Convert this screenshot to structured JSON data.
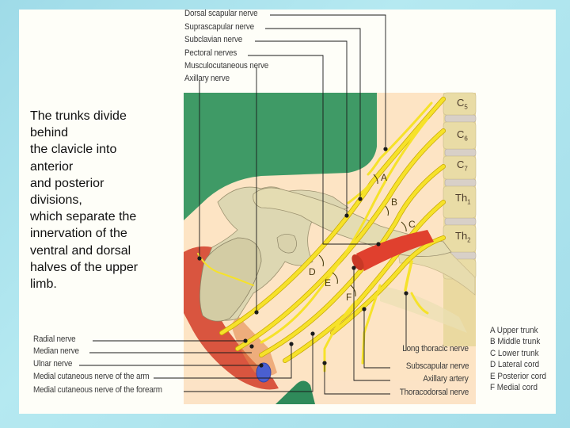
{
  "caption": {
    "lines": [
      "The trunks divide",
      "behind",
      "the clavicle into",
      "anterior",
      "and posterior",
      "divisions,",
      "which separate the",
      "innervation of the",
      "ventral and dorsal",
      "halves of the upper",
      "limb."
    ]
  },
  "figure": {
    "top_labels": [
      "Dorsal scapular nerve",
      "Suprascapular nerve",
      "Subclavian nerve",
      "Pectoral nerves",
      "Musculocutaneous nerve",
      "Axillary nerve"
    ],
    "bottom_left_labels": [
      "Radial nerve",
      "Median nerve",
      "Ulnar nerve",
      "Medial cutaneous nerve of the arm",
      "Medial cutaneous nerve of the forearm"
    ],
    "bottom_right_labels": [
      "Long thoracic nerve",
      "Subscapular nerve",
      "Axillary artery",
      "Thoracodorsal nerve"
    ],
    "vertebrae": [
      {
        "base": "C",
        "sub": "5"
      },
      {
        "base": "C",
        "sub": "6"
      },
      {
        "base": "C",
        "sub": "7"
      },
      {
        "base": "Th",
        "sub": "1"
      },
      {
        "base": "Th",
        "sub": "2"
      }
    ],
    "segment_markers": [
      "A",
      "B",
      "C",
      "D",
      "E",
      "F"
    ],
    "legend": [
      "A Upper trunk",
      "B Middle trunk",
      "C Lower trunk",
      "D Lateral cord",
      "E Posterior cord",
      "F Medial cord"
    ],
    "colors": {
      "background_panel": "#fde4c4",
      "green_region": "#3f9a66",
      "nerve_yellow": "#f5e020",
      "bone": "#e6dcae",
      "muscle_red": "#d9553f",
      "artery_red": "#e0402e",
      "vein_blue": "#4a5fd0"
    }
  }
}
